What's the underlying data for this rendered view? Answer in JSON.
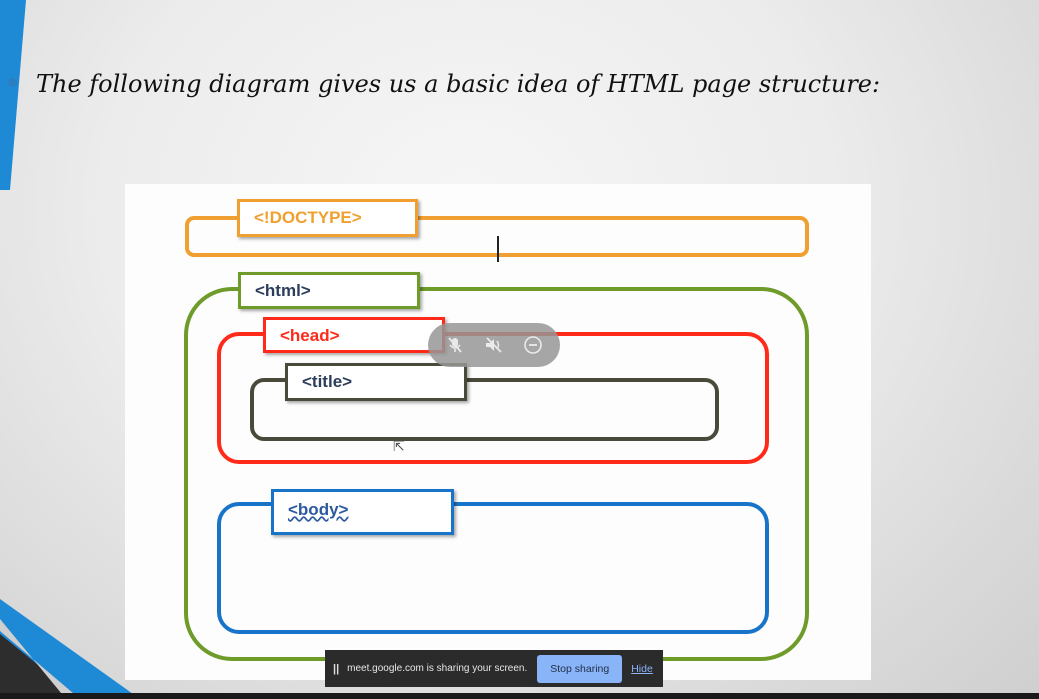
{
  "slide": {
    "heading": "The following diagram gives us a basic idea of HTML page structure:"
  },
  "diagram": {
    "doctype": {
      "label": "<!DOCTYPE>",
      "color": "#f0a030"
    },
    "html": {
      "label": "<html>",
      "color": "#6e9b2a",
      "text_color": "#2c3e5c"
    },
    "head": {
      "label": "<head>",
      "color": "#ff2a1a"
    },
    "title": {
      "label": "<title>",
      "color": "#4a4a3a",
      "text_color": "#2c3e5c"
    },
    "body": {
      "label": "<body>",
      "color": "#1874c8",
      "text_color": "#2c5aa0"
    }
  },
  "call_controls": {
    "icons": [
      "mic-off-icon",
      "audio-off-icon",
      "minus-circle-icon"
    ]
  },
  "share_bar": {
    "message": "meet.google.com is sharing your screen.",
    "stop_label": "Stop sharing",
    "hide_label": "Hide"
  },
  "theme": {
    "accent_blue": "#1e8ad6",
    "slide_dark": "#2d2d2d"
  }
}
